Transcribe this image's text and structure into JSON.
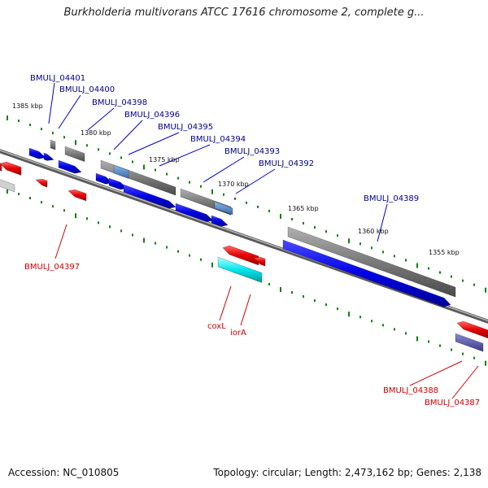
{
  "title": "Burkholderia multivorans ATCC 17616 chromosome 2, complete g...",
  "footer": {
    "accession": "Accession: NC_010805",
    "summary": "Topology: circular; Length: 2,473,162 bp; Genes: 2,138"
  },
  "colors": {
    "forward_gene": "#0000ee",
    "reverse_gene": "#ee0000",
    "pseudo_gene": "#808080",
    "named_gene": "#00e5ee",
    "ruler_tick": "#108010",
    "backbone": "#888888"
  },
  "ruler": [
    {
      "label": "1385 kbp"
    },
    {
      "label": "1380 kbp"
    },
    {
      "label": "1375 kbp"
    },
    {
      "label": "1370 kbp"
    },
    {
      "label": "1365 kbp"
    },
    {
      "label": "1360 kbp"
    },
    {
      "label": "1355 kbp"
    }
  ],
  "gene_labels": {
    "forward": [
      "BMULJ_04401",
      "BMULJ_04400",
      "BMULJ_04398",
      "BMULJ_04396",
      "BMULJ_04395",
      "BMULJ_04394",
      "BMULJ_04393",
      "BMULJ_04392",
      "BMULJ_04389"
    ],
    "reverse": [
      "BMULJ_04397",
      "coxL",
      "iorA",
      "BMULJ_04388",
      "BMULJ_04387"
    ]
  }
}
